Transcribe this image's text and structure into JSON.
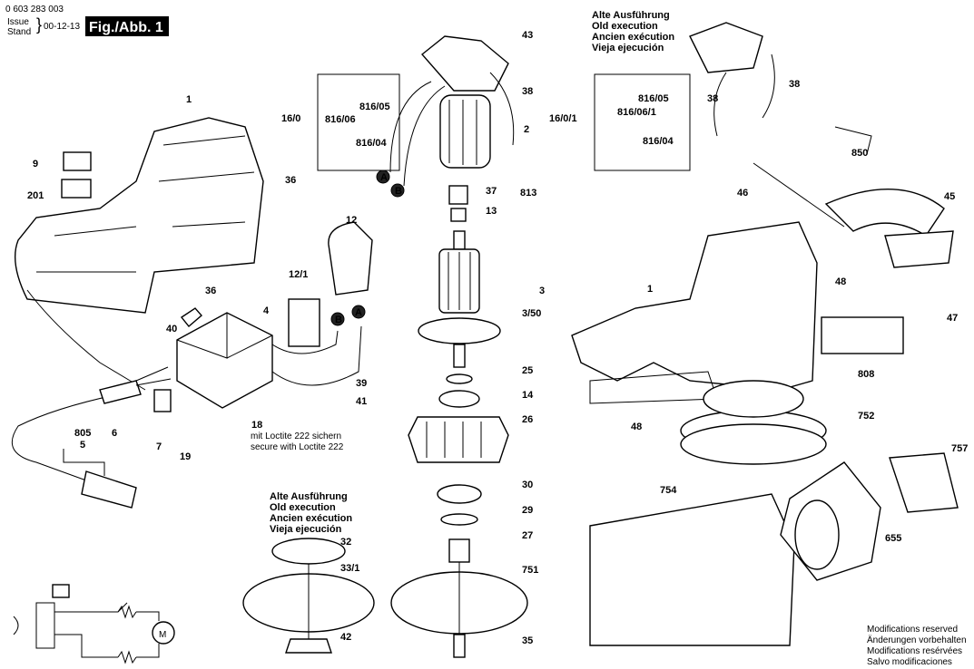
{
  "header": {
    "part_number": "0 603 283 003",
    "issue_label": "Issue",
    "stand_label": "Stand",
    "date": "00-12-13",
    "figure": "Fig./Abb. 1"
  },
  "old_execution_top": [
    "Alte Ausführung",
    "Old execution",
    "Ancien exécution",
    "Vieja ejecución"
  ],
  "old_execution_bottom": [
    "Alte Ausführung",
    "Old execution",
    "Ancien exécution",
    "Vieja ejecución"
  ],
  "loctite_note": [
    "mit Loctite 222 sichern",
    "secure with Loctite 222"
  ],
  "modifications": [
    "Modifications reserved",
    "Änderungen vorbehalten",
    "Modifications resérvées",
    "Salvo modificaciones"
  ],
  "labels": [
    "1",
    "9",
    "201",
    "36",
    "36",
    "40",
    "4",
    "12",
    "12/1",
    "18",
    "B",
    "A",
    "39",
    "41",
    "6",
    "7",
    "19",
    "805",
    "5",
    "43",
    "38",
    "2",
    "16/0",
    "816/05",
    "816/06",
    "816/04",
    "A",
    "B",
    "37",
    "813",
    "13",
    "3",
    "3/50",
    "25",
    "14",
    "26",
    "30",
    "29",
    "27",
    "751",
    "35",
    "32",
    "33/1",
    "42",
    "38",
    "38",
    "16/0/1",
    "816/05",
    "816/06/1",
    "816/04",
    "850",
    "46",
    "45",
    "48",
    "47",
    "1",
    "808",
    "48",
    "752",
    "757",
    "754",
    "655"
  ],
  "motor_symbol": "M"
}
